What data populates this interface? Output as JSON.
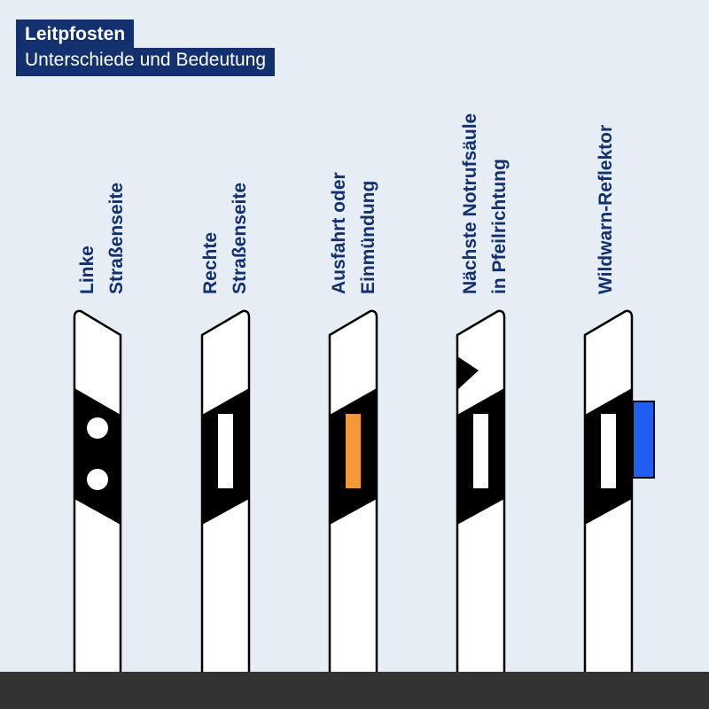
{
  "title": {
    "heading": "Leitpfosten",
    "subheading": "Unterschiede und Bedeutung"
  },
  "posts": [
    {
      "line1": "Linke",
      "line2": "Straßenseite",
      "reflector": "two-white-dots"
    },
    {
      "line1": "Rechte",
      "line2": "Straßenseite",
      "reflector": "white-bar"
    },
    {
      "line1": "Ausfahrt oder",
      "line2": "Einmündung",
      "reflector": "orange-bar"
    },
    {
      "line1": "Nächste Notrufsäule",
      "line2": "in Pfeilrichtung",
      "reflector": "white-bar-with-arrow"
    },
    {
      "line1": "Wildwarn-Reflektor",
      "line2": "",
      "reflector": "white-bar-with-blue-reflector"
    }
  ],
  "colors": {
    "background": "#e6edf4",
    "title_bg": "#12316e",
    "label_text": "#12316e",
    "post_white": "#ffffff",
    "band_black": "#000000",
    "orange_reflector": "#f39a36",
    "blue_reflector": "#1f5ef0",
    "ground": "#333333"
  }
}
